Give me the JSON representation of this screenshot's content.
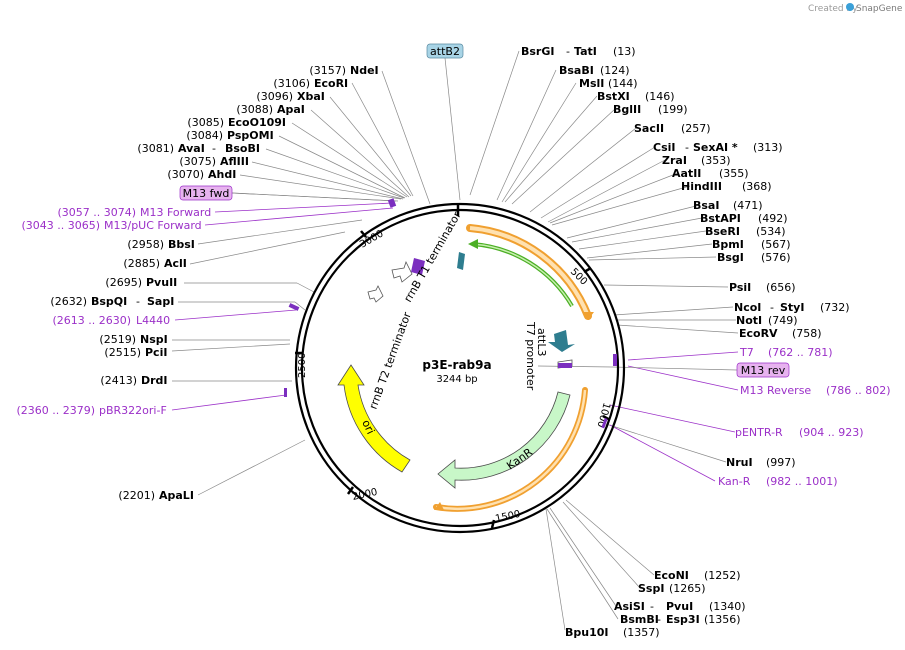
{
  "credit": {
    "created_by": "Created by",
    "brand": "SnapGene"
  },
  "plasmid": {
    "name": "p3E-rab9a",
    "length": "3244 bp"
  },
  "tick_marks": [
    "500",
    "1000",
    "1500",
    "2000",
    "2500",
    "3000"
  ],
  "features": {
    "rrnB_T1": "rrnB T1 terminator",
    "rrnB_T2": "rrnB T2 terminator",
    "attL3": "attL3",
    "T7_promoter": "T7 promoter",
    "KanR": "KanR",
    "ori": "ori"
  },
  "boxed_labels": {
    "attB2": "attB2",
    "M13_fwd": "M13 fwd",
    "M13_rev": "M13 rev"
  },
  "left_sites": [
    {
      "pos": "(3157)",
      "name": "NdeI"
    },
    {
      "pos": "(3106)",
      "name": "EcoRI"
    },
    {
      "pos": "(3096)",
      "name": "XbaI"
    },
    {
      "pos": "(3088)",
      "name": "ApaI"
    },
    {
      "pos": "(3085)",
      "name": "EcoO109I"
    },
    {
      "pos": "(3084)",
      "name": "PspOMI"
    },
    {
      "pos": "(3081)",
      "name": "AvaI",
      "name2": "BsoBI"
    },
    {
      "pos": "(3075)",
      "name": "AflIII"
    },
    {
      "pos": "(3070)",
      "name": "AhdI"
    },
    {
      "pos": "(2958)",
      "name": "BbsI"
    },
    {
      "pos": "(2885)",
      "name": "AclI"
    },
    {
      "pos": "(2695)",
      "name": "PvuII"
    },
    {
      "pos": "(2632)",
      "name": "BspQI",
      "name2": "SapI"
    },
    {
      "pos": "(2519)",
      "name": "NspI"
    },
    {
      "pos": "(2515)",
      "name": "PciI"
    },
    {
      "pos": "(2413)",
      "name": "DrdI"
    },
    {
      "pos": "(2201)",
      "name": "ApaLI"
    }
  ],
  "left_primers": [
    {
      "range": "(3057 .. 3074)",
      "name": "M13 Forward"
    },
    {
      "range": "(3043 .. 3065)",
      "name": "M13/pUC Forward"
    },
    {
      "range": "(2613 .. 2630)",
      "name": "L4440"
    },
    {
      "range": "(2360 .. 2379)",
      "name": "pBR322ori-F"
    }
  ],
  "right_sites": [
    {
      "name": "BsrGI",
      "name2": "TatI",
      "pos": "(13)"
    },
    {
      "name": "BsaBI",
      "pos": "(124)"
    },
    {
      "name": "MslI",
      "pos": "(144)"
    },
    {
      "name": "BstXI",
      "pos": "(146)"
    },
    {
      "name": "BglII",
      "pos": "(199)"
    },
    {
      "name": "SacII",
      "pos": "(257)"
    },
    {
      "name": "CsiI",
      "name2": "SexAI *",
      "pos": "(313)"
    },
    {
      "name": "ZraI",
      "pos": "(353)"
    },
    {
      "name": "AatII",
      "pos": "(355)"
    },
    {
      "name": "HindIII",
      "pos": "(368)"
    },
    {
      "name": "BsaI",
      "pos": "(471)"
    },
    {
      "name": "BstAPI",
      "pos": "(492)"
    },
    {
      "name": "BseRI",
      "pos": "(534)"
    },
    {
      "name": "BpmI",
      "pos": "(567)"
    },
    {
      "name": "BsgI",
      "pos": "(576)"
    },
    {
      "name": "PsiI",
      "pos": "(656)"
    },
    {
      "name": "NcoI",
      "name2": "StyI",
      "pos": "(732)"
    },
    {
      "name": "NotI",
      "pos": "(749)"
    },
    {
      "name": "EcoRV",
      "pos": "(758)"
    },
    {
      "name": "NruI",
      "pos": "(997)"
    }
  ],
  "right_primers": [
    {
      "name": "T7",
      "range": "(762 .. 781)"
    },
    {
      "name": "M13 Reverse",
      "range": "(786 .. 802)"
    },
    {
      "name": "pENTR-R",
      "range": "(904 .. 923)"
    },
    {
      "name": "Kan-R",
      "range": "(982 .. 1001)"
    }
  ],
  "bottom_sites": [
    {
      "name": "EcoNI",
      "pos": "(1252)"
    },
    {
      "name": "SspI",
      "pos": "(1265)"
    },
    {
      "name": "AsiSI",
      "name2": "PvuI",
      "pos": "(1340)"
    },
    {
      "name": "BsmBI",
      "name2": "Esp3I",
      "pos": "(1356)"
    },
    {
      "name": "Bpu10I",
      "pos": "(1357)"
    }
  ],
  "colors": {
    "primer": "#9b30c8",
    "kanr_fill": "#c8f7c8",
    "ori_fill": "#ffff00",
    "orange": "#f0a030",
    "green": "#4caf25",
    "teal": "#2e7d8f",
    "purple_mark": "#7b2fbf"
  }
}
